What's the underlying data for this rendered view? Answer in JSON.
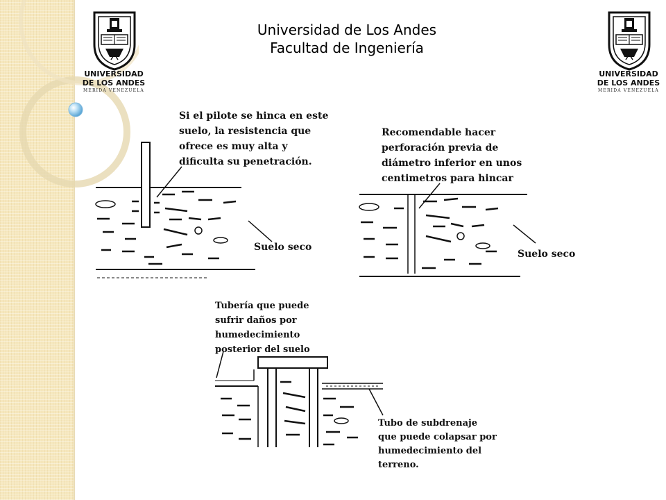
{
  "header": {
    "line1": "Universidad de Los Andes",
    "line2": "Facultad de Ingeniería"
  },
  "logo": {
    "name_line1": "UNIVERSIDAD",
    "name_line2": "DE LOS ANDES",
    "place": "MERIDA VENEZUELA"
  },
  "figure1": {
    "note": "Si el pilote se hinca en este\nsuelo, la resistencia que\nofrece es muy alta y\ndificulta su penetración.",
    "soil_label": "Suelo seco"
  },
  "figure2": {
    "note": "Recomendable hacer\nperforación previa de\ndiámetro inferior en unos\ncentimetros para hincar",
    "soil_label": "Suelo seco"
  },
  "figure3": {
    "pipe_note": "Tubería que puede\nsufrir daños por\nhumedecimiento\nposterior del suelo",
    "drain_note": "Tubo de subdrenaje\nque puede colapsar por\nhumedecimiento del\nterreno."
  },
  "colors": {
    "side_band": "#f6e8bf",
    "ink": "#111111",
    "bubble": "#8fc8ea"
  }
}
